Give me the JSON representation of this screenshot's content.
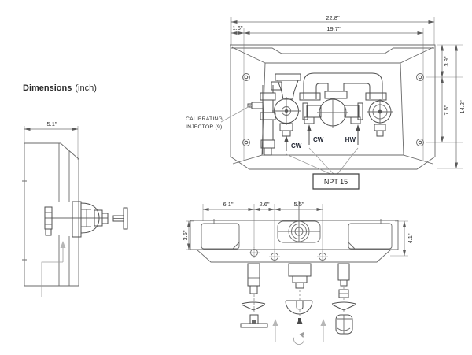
{
  "title": {
    "bold": "Dimensions",
    "normal": "(inch)"
  },
  "side_view": {
    "dim_width": "5.1\""
  },
  "top_view": {
    "dim_overall_width": "22.8\"",
    "dim_inner_width": "19.7\"",
    "dim_left_offset": "1.6\"",
    "dim_top_offset": "3.9\"",
    "dim_screw_spacing": "7.5\"",
    "dim_overall_height": "14.2\"",
    "label_injector_line1": "CALIBRATING",
    "label_injector_line2": "INJECTOR  (9)",
    "label_cw_left": "CW",
    "label_cw_center": "CW",
    "label_hw": "HW",
    "label_npt": "NPT 15"
  },
  "bottom_view": {
    "dim_left_span": "6.1\"",
    "dim_center_span": "2.6\"",
    "dim_right_span": "5.5\"",
    "dim_left_height": "3.6\"",
    "dim_right_height": "4.1\""
  }
}
